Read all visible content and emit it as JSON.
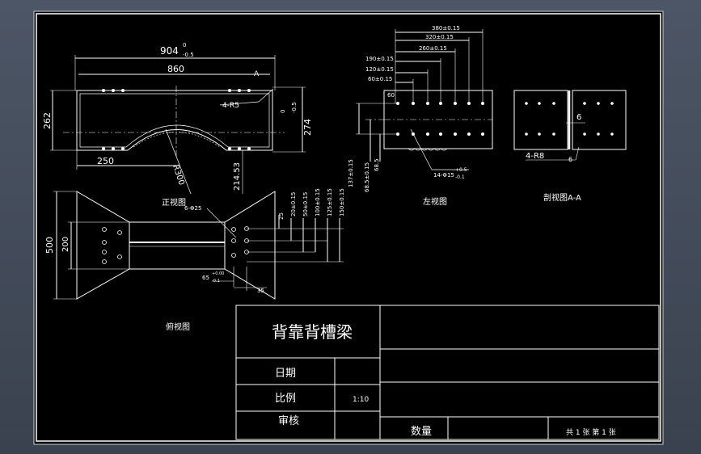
{
  "drawing": {
    "front_view": {
      "caption": "正视图",
      "dims": {
        "overall_length": "904",
        "overall_tol_upper": "0",
        "overall_tol_lower": "-0.5",
        "inner_length": "860",
        "height_left": "262",
        "height_right": "274",
        "height_tol_upper": "0",
        "height_tol_lower": "-0.5",
        "corner_radius": "4-R5",
        "arc_offset": "250",
        "arc_radius": "R300",
        "depth": "214.53",
        "section_mark": "A"
      }
    },
    "left_view": {
      "caption": "左视图",
      "dims": {
        "d380": "380±0.15",
        "d320": "320±0.15",
        "d260": "260±0.15",
        "d190": "190±0.15",
        "d120": "120±0.15",
        "d60": "60±0.15",
        "d60b": "60",
        "v137": "137±0.15",
        "v68": "68.5±0.15",
        "v68b": "68.5",
        "holes": "14-Φ15",
        "holes_tol_upper": "+0.5",
        "holes_tol_lower": "-0.1"
      }
    },
    "section_view": {
      "caption": "剖视图A-A",
      "dims": {
        "thickness": "6",
        "thickness2": "6",
        "radius": "4-R8"
      }
    },
    "top_view": {
      "caption": "俯视图",
      "dims": {
        "width": "500",
        "inner_width": "200",
        "holes": "6-Φ25",
        "v25": "25",
        "v20": "20±0.15",
        "v50": "50±0.15",
        "v100": "100±0.15",
        "v125": "125±0.15",
        "v150": "150±0.15",
        "h65": "65",
        "h65_upper": "+0.00",
        "h65_lower": "-0.1",
        "h35": "35"
      }
    },
    "title_block": {
      "title": "背靠背槽梁",
      "date_label": "日期",
      "scale_label": "比例",
      "scale_value": "1:10",
      "review_label": "审核",
      "quantity_label": "数量",
      "sheet_text": "共 1 张 第 1 张"
    }
  },
  "colors": {
    "background": "#4d5666",
    "sheet": "#000000",
    "line": "#ffffff"
  }
}
